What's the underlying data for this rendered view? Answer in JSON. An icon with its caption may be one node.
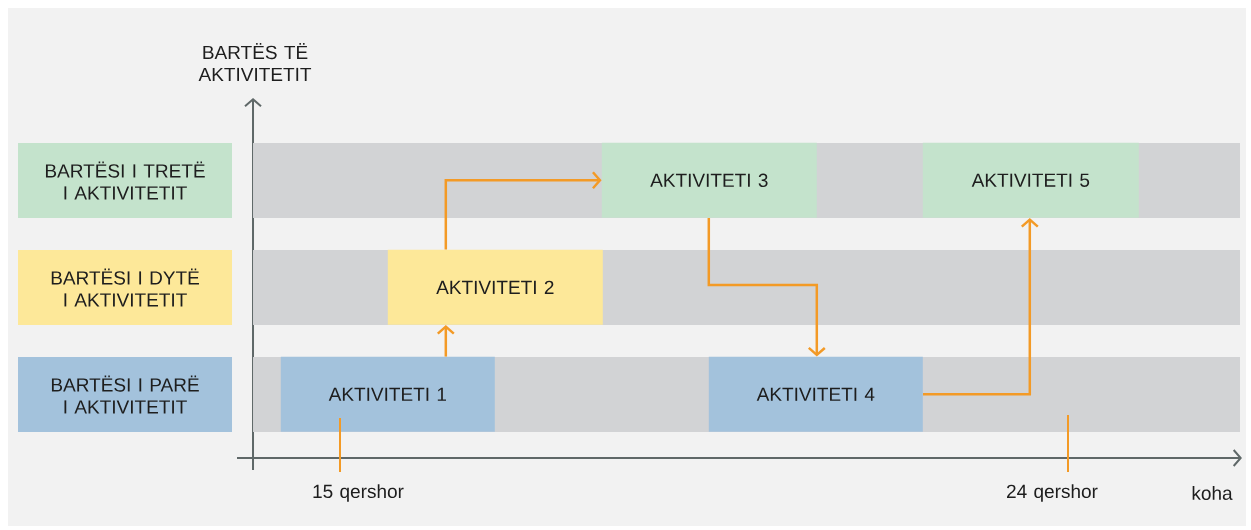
{
  "diagram": {
    "nodes": [
      {
        "text": [
          "BARTËSI I TRETË I AKTIVITETIT"
        ]
      },
      {
        "text": [],
        "shape": "bar"
      },
      {
        "text": [
          "AKTIVITETI 3"
        ],
        "in": 1
      },
      {
        "text": [
          "AKTIVITETI 5"
        ],
        "in": 1
      },
      {
        "text": [
          "BARTËSI I DYTË I AKTIVITETIT"
        ]
      },
      {
        "text": [],
        "shape": "bar"
      },
      {
        "text": [
          "AKTIVITETI 2"
        ],
        "in": 5
      },
      {
        "text": [
          "BARTËSI I PARË I AKTIVITETIT"
        ]
      },
      {
        "text": [],
        "shape": "bar"
      },
      {
        "text": [
          "AKTIVITETI 1"
        ],
        "in": 8
      },
      {
        "text": [
          "AKTIVITETI 4"
        ],
        "in": 8
      }
    ],
    "edges": [
      {
        "from": 9,
        "to": 6,
        "arrow": "to"
      },
      {
        "from": 6,
        "to": 2,
        "arrow": "to"
      },
      {
        "from": 2,
        "to": 10,
        "arrow": "to"
      },
      {
        "from": 10,
        "to": 3,
        "arrow": "to"
      }
    ],
    "labels": [
      "BARTËS TË AKTIVITETIT",
      "15 qershor",
      "24 qershor",
      "koha"
    ]
  }
}
